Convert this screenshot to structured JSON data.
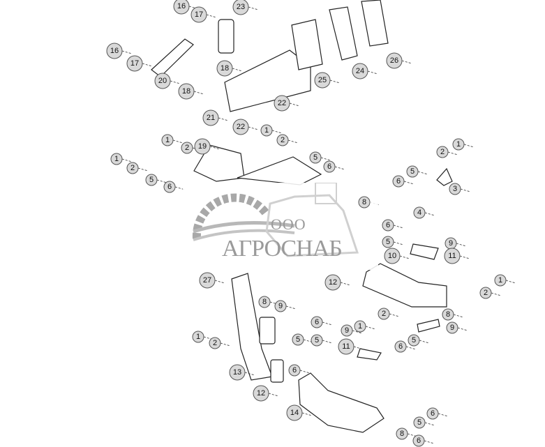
{
  "diagram": {
    "callouts": [
      "16",
      "17",
      "23",
      "16",
      "17",
      "18",
      "20",
      "18",
      "21",
      "22",
      "22",
      "25",
      "24",
      "26",
      "1",
      "1",
      "2",
      "2",
      "5",
      "19",
      "1",
      "2",
      "5",
      "6",
      "6",
      "2",
      "1",
      "5",
      "6",
      "3",
      "4",
      "8",
      "6",
      "5",
      "9",
      "11",
      "10",
      "27",
      "12",
      "1",
      "2",
      "8",
      "9",
      "2",
      "1",
      "8",
      "9",
      "6",
      "5",
      "6",
      "5",
      "9",
      "11",
      "1",
      "2",
      "5",
      "6",
      "13",
      "12",
      "14",
      "5",
      "6",
      "8",
      "6"
    ]
  },
  "watermark": {
    "prefix": "ООО",
    "name": "АГРОСНАБ"
  },
  "colors": {
    "callout_fill": "#d9d9d9",
    "watermark": "#9a9a9a"
  }
}
